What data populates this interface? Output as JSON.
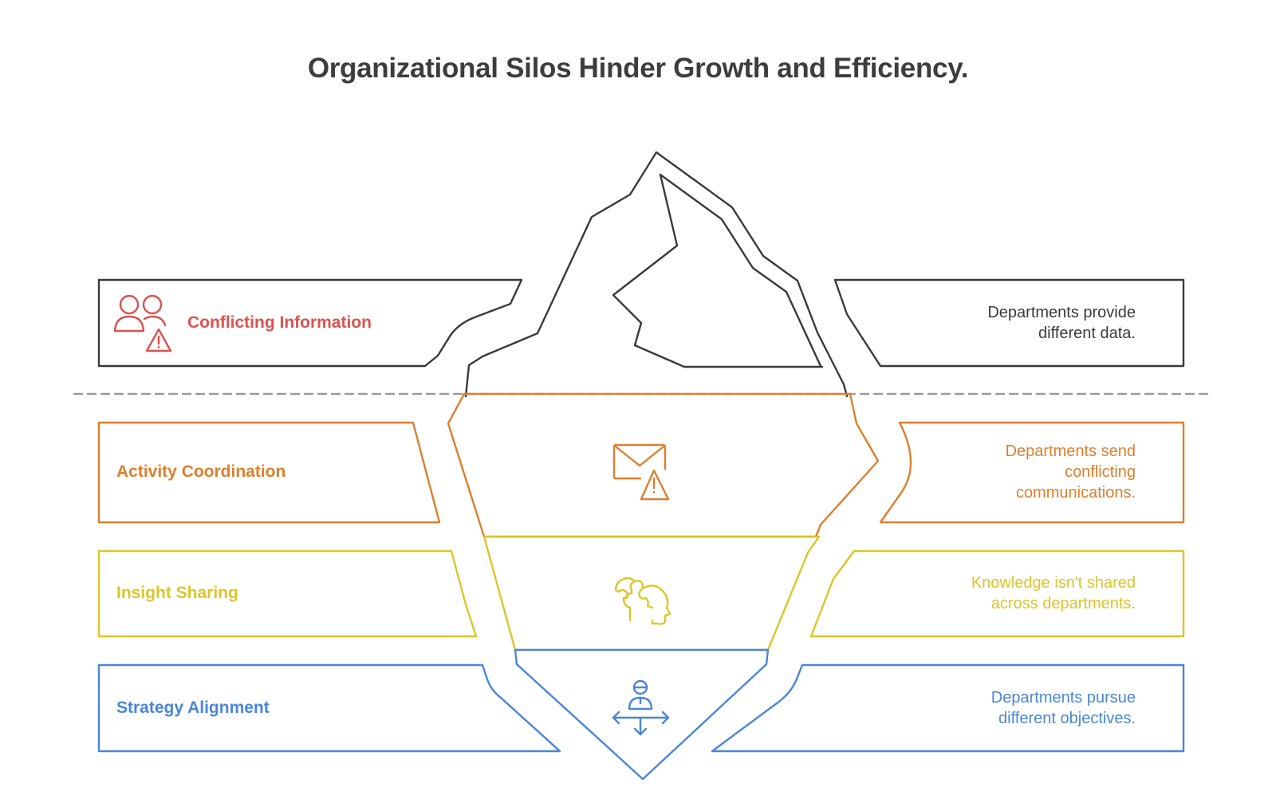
{
  "title": "Organizational Silos Hinder Growth and Efficiency.",
  "colors": {
    "above_water": "#3a3a3a",
    "waterline": "#9a9a9a",
    "conflicting_information": "#d9534f",
    "activity_coordination": "#dc7f2e",
    "insight_sharing": "#dcc52a",
    "strategy_alignment": "#4a86d8"
  },
  "layers": [
    {
      "id": "conflicting-information",
      "label": "Conflicting Information",
      "description": "Departments provide different data.",
      "icon": "users-warning-icon"
    },
    {
      "id": "activity-coordination",
      "label": "Activity Coordination",
      "description": "Departments send conflicting communications.",
      "icon": "mail-warning-icon"
    },
    {
      "id": "insight-sharing",
      "label": "Insight Sharing",
      "description": "Knowledge isn't shared across departments.",
      "icon": "puzzle-head-icon"
    },
    {
      "id": "strategy-alignment",
      "label": "Strategy Alignment",
      "description": "Departments pursue different objectives.",
      "icon": "person-directions-icon"
    }
  ]
}
